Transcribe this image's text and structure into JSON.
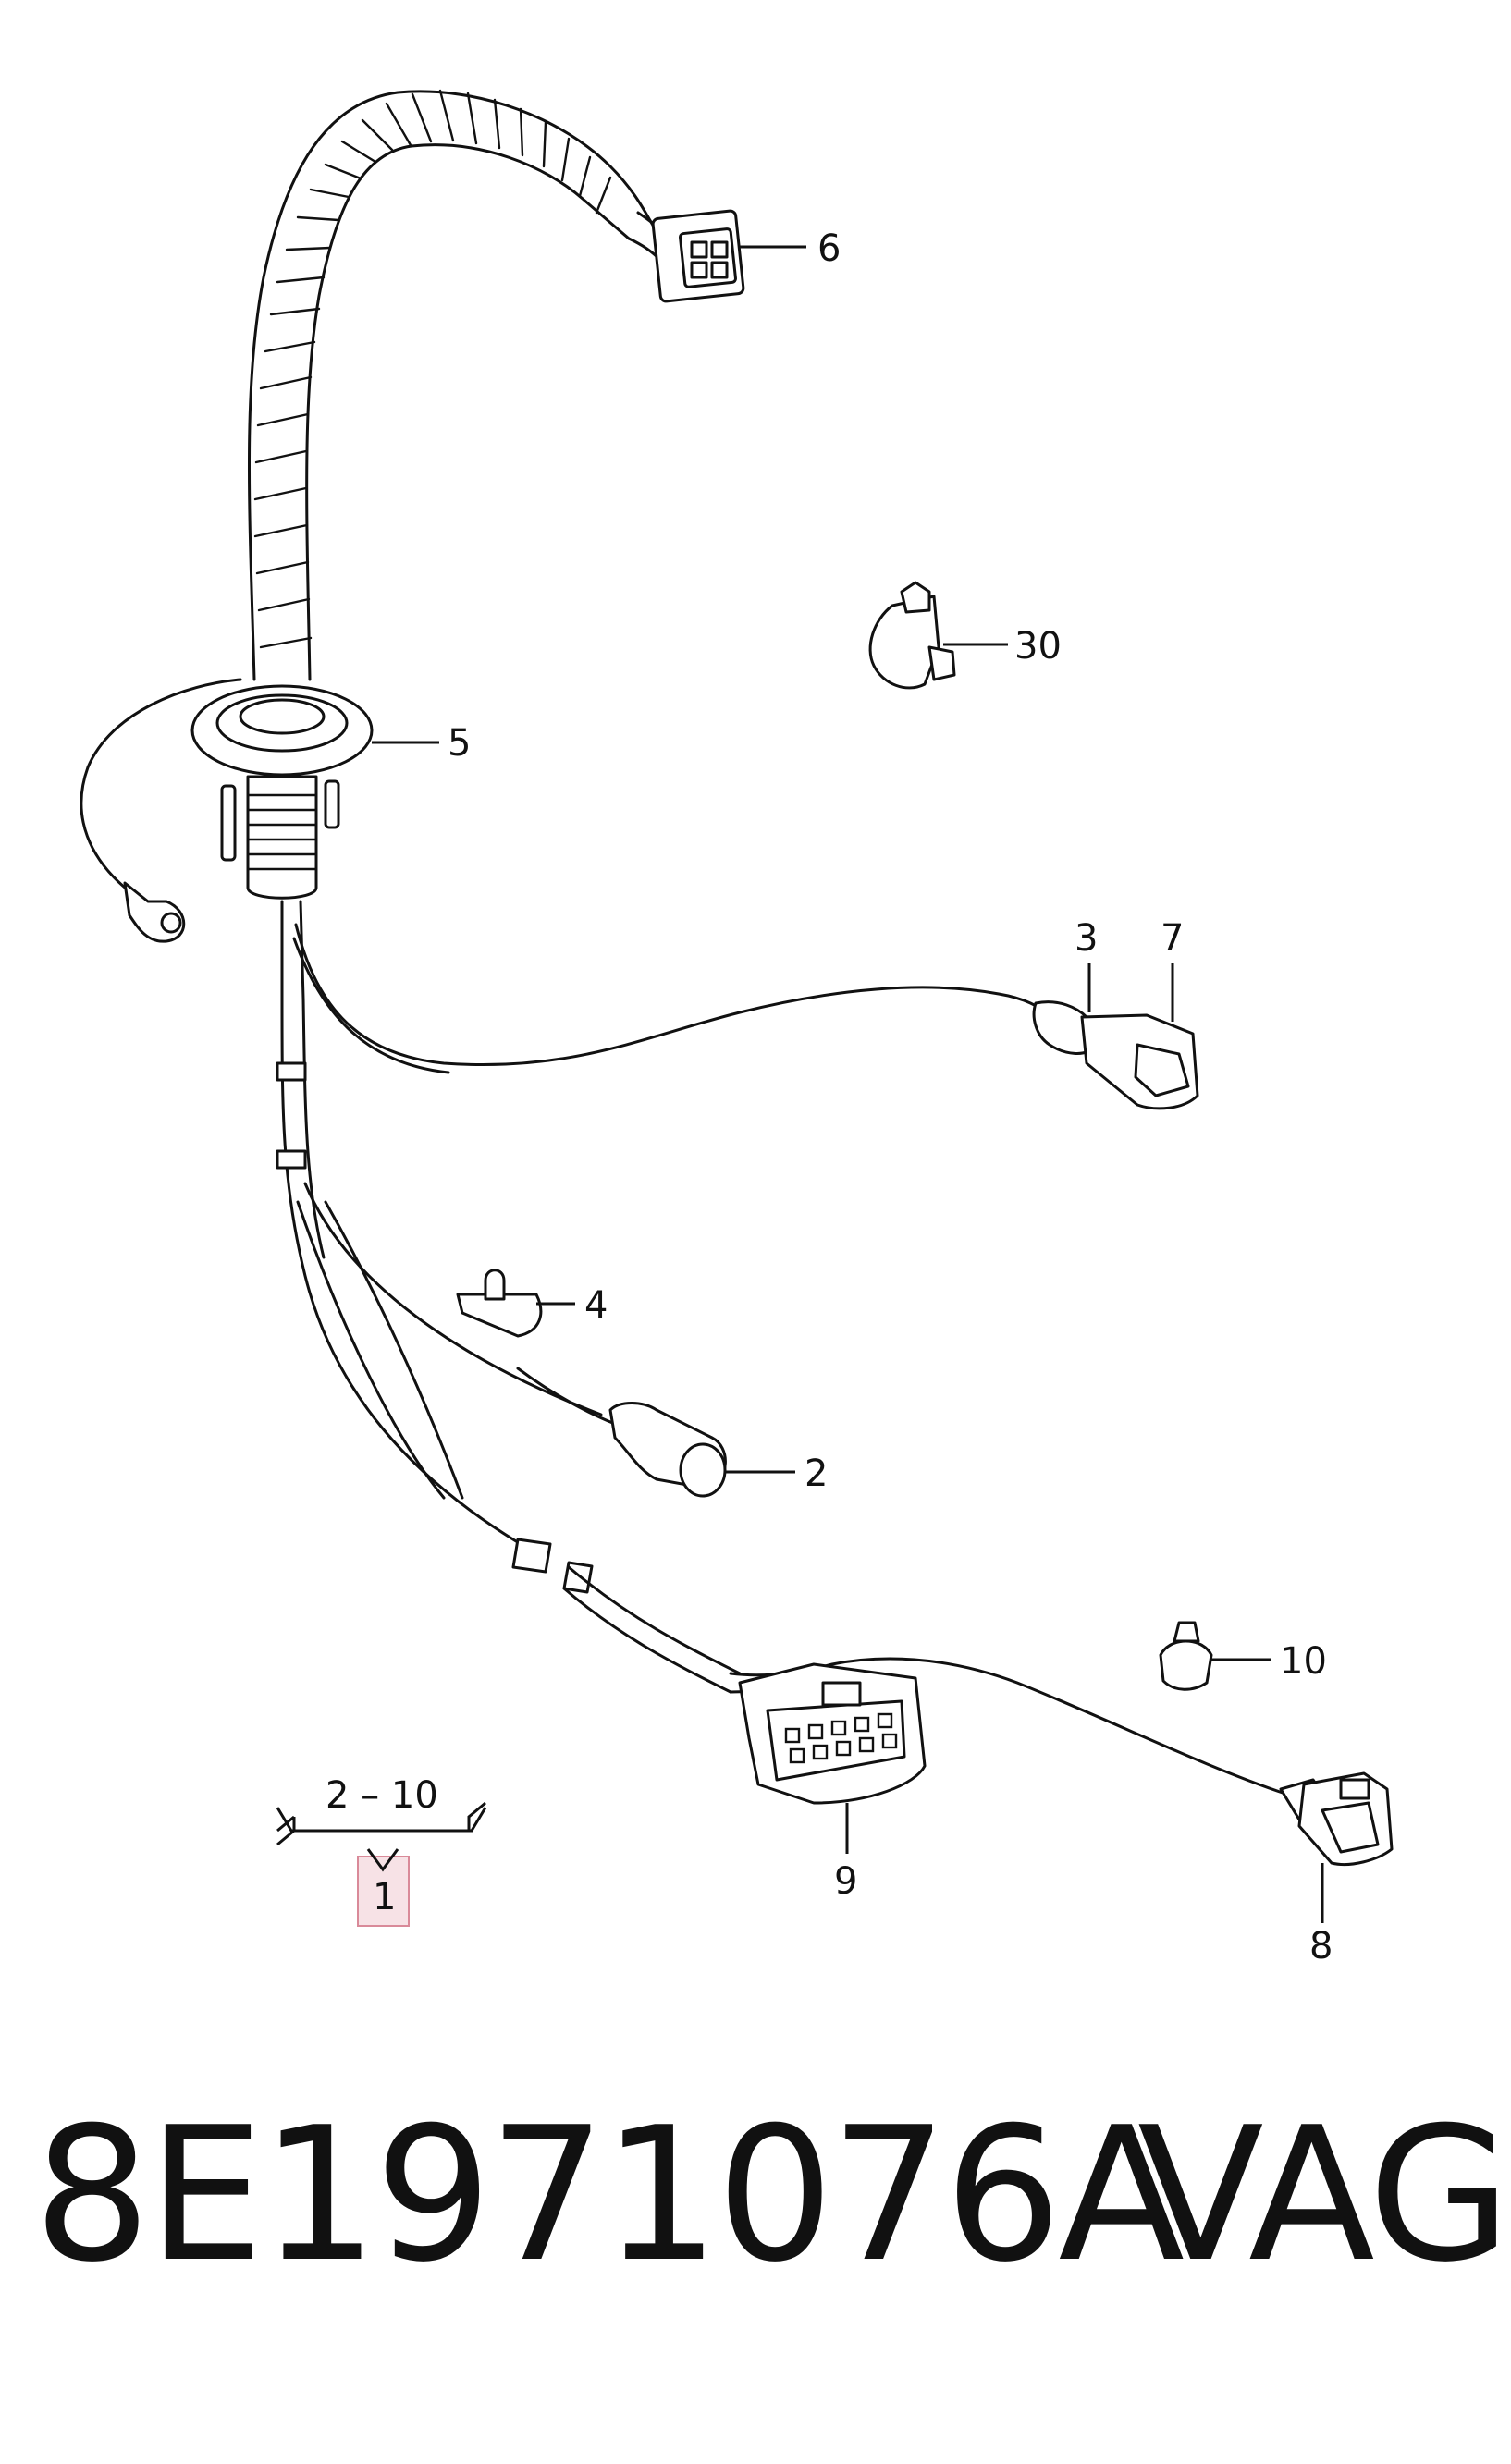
{
  "diagram": {
    "callouts": {
      "c1": "1",
      "c2": "2",
      "c3": "3",
      "c4": "4",
      "c5": "5",
      "c6": "6",
      "c7": "7",
      "c8": "8",
      "c9": "9",
      "c10": "10",
      "c30": "30",
      "range": "2 – 10"
    },
    "highlight_color": "#f7e2e6",
    "highlight_border": "#d98a99"
  },
  "footer": {
    "part_number": "8E1971076A",
    "brand": "VAG"
  }
}
